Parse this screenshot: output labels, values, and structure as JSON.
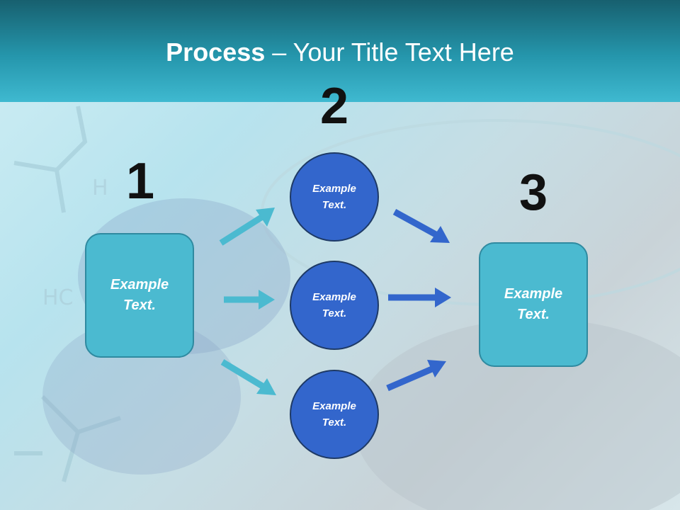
{
  "title": {
    "bold": "Process",
    "rest": " – Your Title Text Here"
  },
  "numbers": [
    "1",
    "2",
    "3"
  ],
  "box_left": {
    "line1": "Example",
    "line2": "Text."
  },
  "box_right": {
    "line1": "Example",
    "line2": "Text."
  },
  "circles": [
    {
      "line1": "Example",
      "line2": "Text."
    },
    {
      "line1": "Example",
      "line2": "Text."
    },
    {
      "line1": "Example",
      "line2": "Text."
    }
  ],
  "colors": {
    "header": "#2596ac",
    "box": "#4bbad0",
    "circle": "#3366cc",
    "arrow_left": "#4bbad0",
    "arrow_right": "#3366cc"
  }
}
